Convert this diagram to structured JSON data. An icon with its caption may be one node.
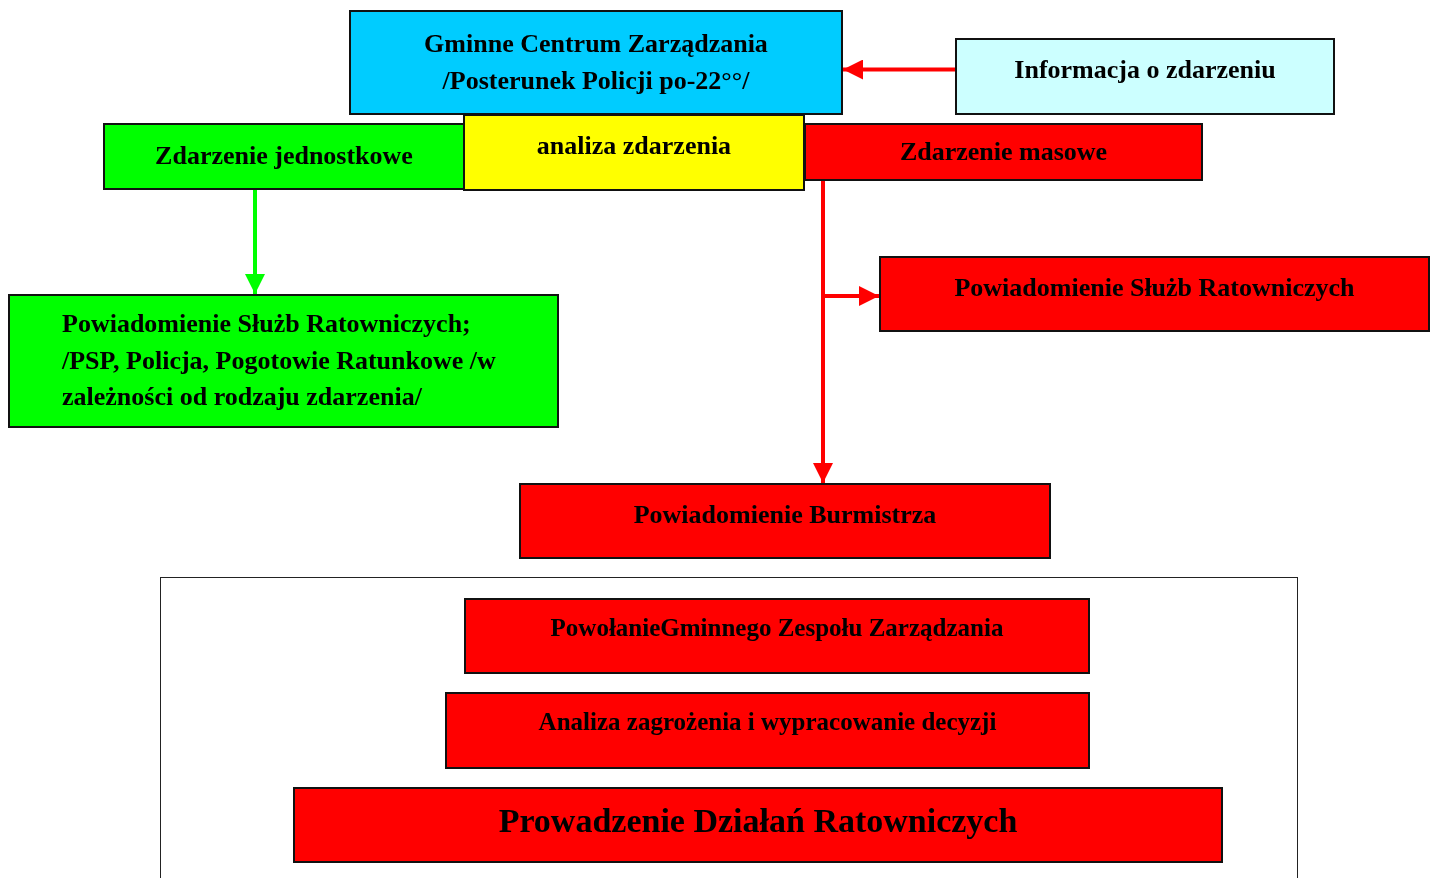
{
  "diagram": {
    "nodes": [
      {
        "text": [
          "Gminne Centrum Zarządzania /Posterunek Policji po-22°°/"
        ]
      },
      {
        "text": [
          "Informacja o zdarzeniu"
        ]
      },
      {
        "text": [
          "Zdarzenie jednostkowe"
        ]
      },
      {
        "text": [
          "analiza zdarzenia"
        ]
      },
      {
        "text": [
          "Zdarzenie masowe"
        ]
      },
      {
        "text": [
          "Powiadomienie Służb Ratowniczych; /PSP, Policja, Pogotowie Ratunkowe /w zależności od rodzaju zdarzenia/"
        ]
      },
      {
        "text": [
          "Powiadomienie Służb Ratowniczych"
        ]
      },
      {
        "text": [
          "Powiadomienie Burmistrza"
        ]
      },
      {
        "text": [],
        "shape": "box"
      },
      {
        "text": [
          "PowołanieGminnego Zespołu Zarządzania"
        ],
        "in": 8
      },
      {
        "text": [
          "Analiza zagrożenia i wypracowanie decyzji"
        ],
        "in": 8
      },
      {
        "text": [
          "Prowadzenie Działań Ratowniczych"
        ],
        "in": 8
      }
    ],
    "edges": [
      {
        "from": 1,
        "to": 0,
        "arrow": "to"
      },
      {
        "from": 2,
        "to": 5,
        "arrow": "to",
        "color": "#00ff00"
      },
      {
        "from": 4,
        "to": 6,
        "arrow": "to"
      },
      {
        "from": 4,
        "to": 7,
        "arrow": "to"
      }
    ]
  }
}
